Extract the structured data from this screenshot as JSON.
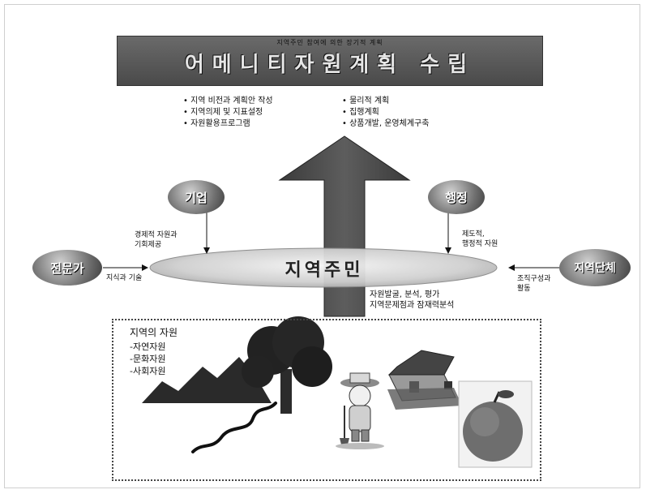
{
  "banner": {
    "small_text": "지역주민 참여에 의한 장기적 계획",
    "title": "어메니티자원계획 수립"
  },
  "plan_left": [
    "지역 비전과 계획안 작성",
    "지역의제 및 지표설정",
    "자원활용프로그램"
  ],
  "plan_right": [
    "물리적 계획",
    "집행계획",
    "상품개발, 운영체계구축"
  ],
  "center": {
    "label": "지역주민"
  },
  "nodes": {
    "company": "기업",
    "government": "행정",
    "expert": "전문가",
    "local_group": "지역단체"
  },
  "annotations": {
    "company_line1": "경제적 자원과",
    "company_line2": "기회제공",
    "government_line1": "제도적,",
    "government_line2": "행정적 자원",
    "expert": "지식과 기술",
    "group_line1": "조직구성과",
    "group_line2": "활동",
    "resident_line1": "자원발굴, 분석, 평가",
    "resident_line2": "지역문제점과 잠재력분석"
  },
  "resources": {
    "title": "지역의 자원",
    "items": [
      "-자연자원",
      "-문화자원",
      "-사회자원"
    ]
  }
}
